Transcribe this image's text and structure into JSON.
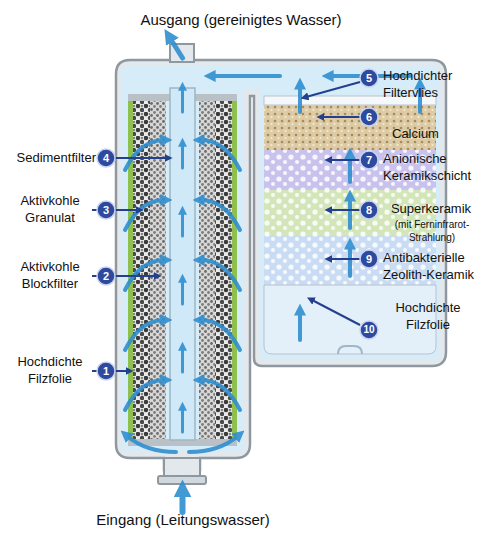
{
  "diagram": {
    "nodes": [
      {
        "text": [
          "1"
        ]
      },
      {
        "text": [
          "2"
        ]
      },
      {
        "text": [
          "3"
        ]
      },
      {
        "text": [
          "4"
        ]
      },
      {
        "text": [
          "5"
        ]
      },
      {
        "text": [
          "6"
        ]
      },
      {
        "text": [
          "7"
        ]
      },
      {
        "text": [
          "8"
        ]
      },
      {
        "text": [
          "9"
        ]
      },
      {
        "text": [
          "10"
        ]
      }
    ],
    "labels": [
      "Ausgang (gereinigtes Wasser)",
      "Sedimentfilter",
      "Aktivkohle Granulat",
      "Aktivkohle Blockfilter",
      "Hochdichte Filzfolie",
      "Hochdichter Filtervlies",
      "Calcium",
      "Anionische Keramikschicht",
      "Superkeramik",
      "(mit Ferninfrarot-Strahlung)",
      "Antibakterielle Zeolith-Keramik",
      "Hochdichte Filzfolie",
      "Eingang (Leitungswasser)"
    ]
  }
}
